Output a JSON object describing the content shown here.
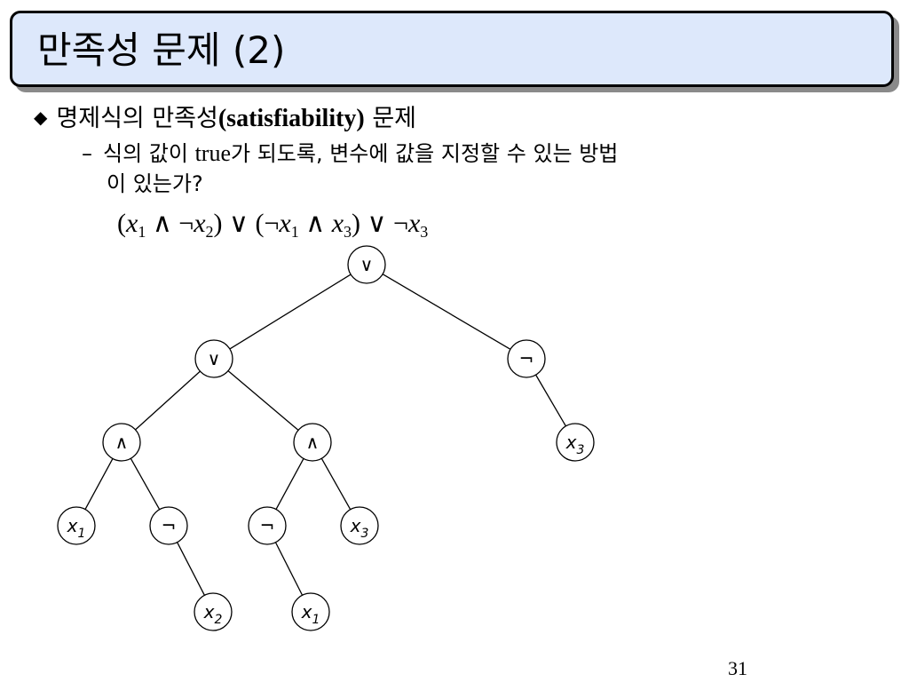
{
  "title": "만족성 문제 (2)",
  "bullet": {
    "prefix": "명제식의 만족성",
    "latin": "(satisfiability)",
    "suffix": " 문제"
  },
  "sub": {
    "dash": "–",
    "part1": "식의 값이 ",
    "latin": "true",
    "part2": "가 되도록, 변수에 값을 지정할 수 있는 방법",
    "line2": "이 있는가?"
  },
  "formula": {
    "open1": "(",
    "v1": "x",
    "s1": "1",
    "op1": " ∧ ¬",
    "v2": "x",
    "s2": "2",
    "close1": ")",
    "or1": " ∨ (¬",
    "v3": "x",
    "s3": "1",
    "op2": " ∧ ",
    "v4": "x",
    "s4": "3",
    "close2": ")",
    "or2": " ∨ ¬",
    "v5": "x",
    "s5": "3"
  },
  "tree": {
    "nodes": [
      {
        "id": "or-root",
        "label": "∨",
        "var": "",
        "sub": ""
      },
      {
        "id": "or-left",
        "label": "∨",
        "var": "",
        "sub": ""
      },
      {
        "id": "not-right",
        "label": "¬",
        "var": "",
        "sub": ""
      },
      {
        "id": "and-left",
        "label": "∧",
        "var": "",
        "sub": ""
      },
      {
        "id": "and-right",
        "label": "∧",
        "var": "",
        "sub": ""
      },
      {
        "id": "x3-right",
        "label": "",
        "var": "x",
        "sub": "3"
      },
      {
        "id": "x1-leaf",
        "label": "",
        "var": "x",
        "sub": "1"
      },
      {
        "id": "not-a",
        "label": "¬",
        "var": "",
        "sub": ""
      },
      {
        "id": "not-b",
        "label": "¬",
        "var": "",
        "sub": ""
      },
      {
        "id": "x3-leaf",
        "label": "",
        "var": "x",
        "sub": "3"
      },
      {
        "id": "x2-leaf",
        "label": "",
        "var": "x",
        "sub": "2"
      },
      {
        "id": "x1-leaf-b",
        "label": "",
        "var": "x",
        "sub": "1"
      }
    ],
    "edges": [
      [
        "or-root",
        "or-left"
      ],
      [
        "or-root",
        "not-right"
      ],
      [
        "or-left",
        "and-left"
      ],
      [
        "or-left",
        "and-right"
      ],
      [
        "not-right",
        "x3-right"
      ],
      [
        "and-left",
        "x1-leaf"
      ],
      [
        "and-left",
        "not-a"
      ],
      [
        "and-right",
        "not-b"
      ],
      [
        "and-right",
        "x3-leaf"
      ],
      [
        "not-a",
        "x2-leaf"
      ],
      [
        "not-b",
        "x1-leaf-b"
      ]
    ]
  },
  "page_number": "31"
}
